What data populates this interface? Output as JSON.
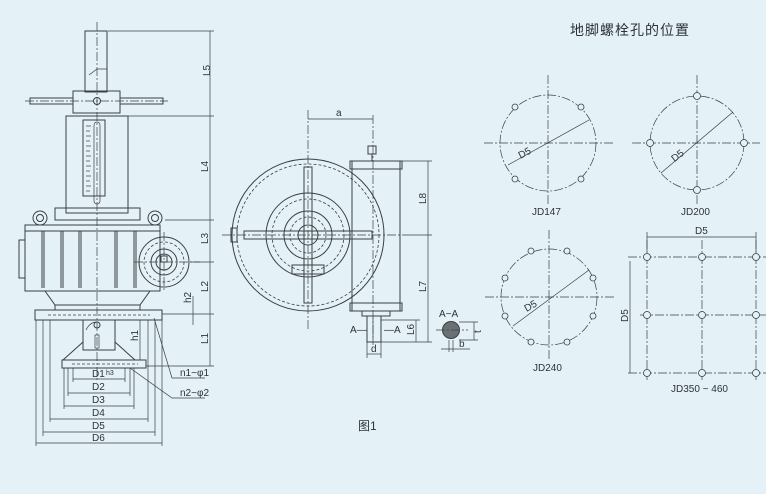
{
  "title": "地脚螺栓孔的位置",
  "figure_caption": "图1",
  "side_view": {
    "length_labels": [
      "L5",
      "L4",
      "L3",
      "L2",
      "L1"
    ],
    "height_labels": [
      "h2",
      "h1"
    ],
    "diameter_labels": [
      "D1",
      "D2",
      "D3",
      "D4",
      "D5",
      "D6"
    ],
    "hole_labels": [
      "n1−φ1",
      "n2−φ2"
    ],
    "hidden_label": "h3"
  },
  "top_view": {
    "a_label": "a",
    "l6_label": "L6",
    "l7_label": "L7",
    "l8_label": "L8",
    "section_marker_left": "A—",
    "section_marker_right": "—A",
    "d_label": "d",
    "section_title": "A−A",
    "b_label": "b",
    "t_label": "t"
  },
  "bolt_layouts": [
    {
      "model": "JD147",
      "diameter_label": "D5"
    },
    {
      "model": "JD200",
      "diameter_label": "D5"
    },
    {
      "model": "JD240",
      "diameter_label": "D5"
    },
    {
      "model": "JD350 ~ 460",
      "width_label": "D5",
      "height_label": "D5"
    }
  ]
}
